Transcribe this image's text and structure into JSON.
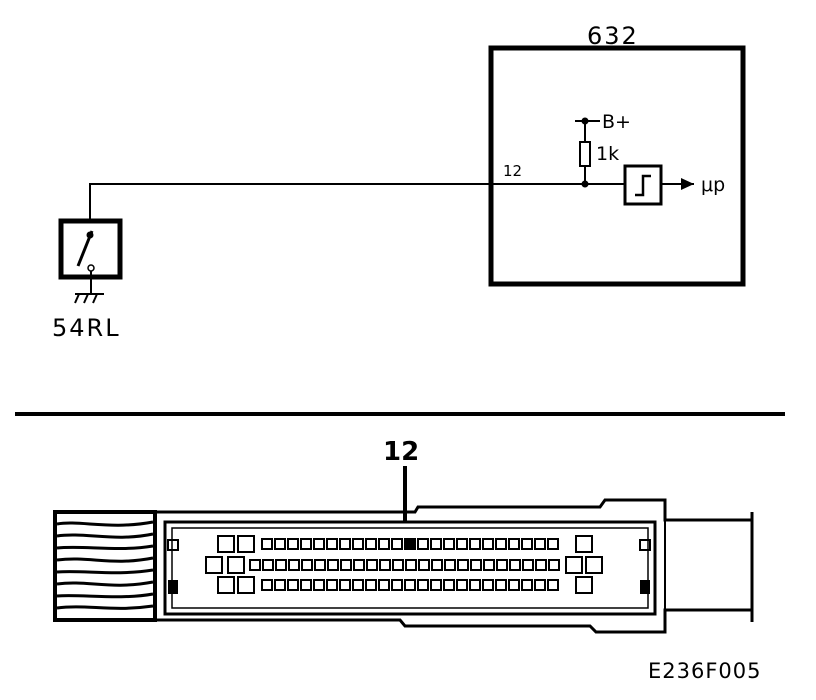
{
  "ecu": {
    "id": "632"
  },
  "pin": {
    "number": "12"
  },
  "pullup": {
    "supply": "B+",
    "resistor": "1k"
  },
  "output": {
    "label": "μp"
  },
  "switch": {
    "id": "54RL"
  },
  "connector": {
    "pin_label": "12"
  },
  "footer": {
    "code": "E236F005"
  }
}
